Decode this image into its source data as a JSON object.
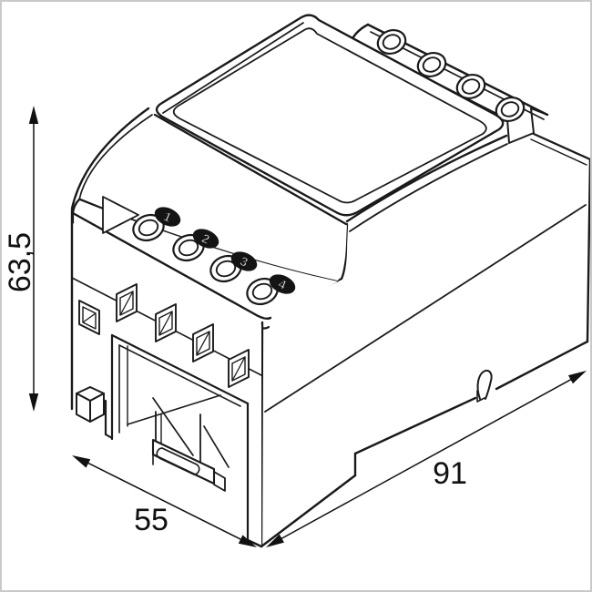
{
  "drawing": {
    "description": "Isometric technical drawing of DIN-rail module with dimensions",
    "annotations": {
      "height": "63,5",
      "width": "55",
      "depth": "91"
    },
    "front_terminal_labels": [
      "1",
      "2",
      "3",
      "4"
    ],
    "back_terminal_count": 4,
    "colors": {
      "line": "#1a1a1a",
      "background": "#ffffff",
      "frame": "#c9c9c9"
    }
  }
}
